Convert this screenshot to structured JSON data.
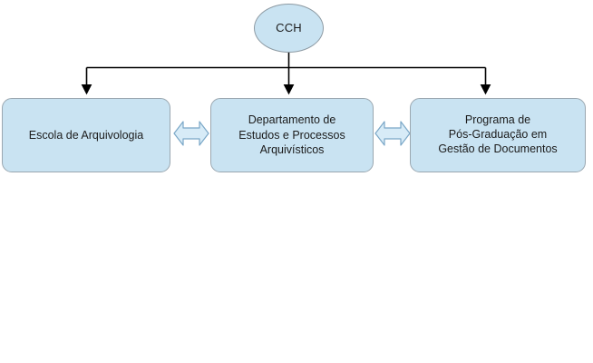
{
  "diagram": {
    "type": "organizational-hierarchy",
    "title": "",
    "colors": {
      "node_fill": "#c9e3f2",
      "node_border": "#9aa7b0",
      "connector": "#000000",
      "arrow_fill": "#d7ebf7",
      "arrow_border": "#7aa7c7",
      "text": "#1b1b1b",
      "background": "#ffffff"
    },
    "root": {
      "id": "cch",
      "label": "CCH",
      "shape": "ellipse"
    },
    "children": [
      {
        "id": "escola",
        "label": "Escola de Arquivologia",
        "shape": "rounded-rectangle"
      },
      {
        "id": "departamento",
        "label": "Departamento de\nEstudos e Processos\nArquivísticos",
        "shape": "rounded-rectangle"
      },
      {
        "id": "programa",
        "label": "Programa de\nPós-Graduação em\nGestão de Documentos",
        "shape": "rounded-rectangle"
      }
    ],
    "connectors": {
      "hierarchy_arrow_label": "hierarchy-arrow",
      "bidirectional_arrow_label": "bidirectional-arrow"
    }
  }
}
